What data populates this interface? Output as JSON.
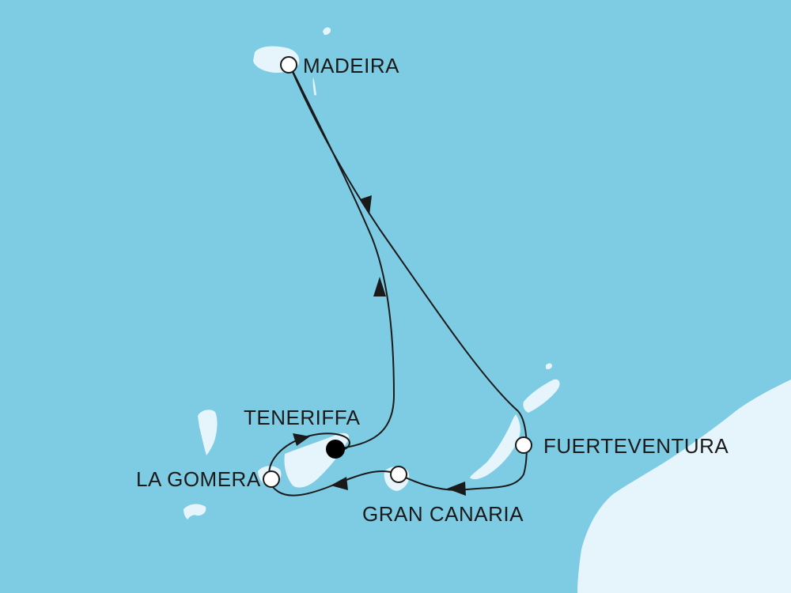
{
  "colors": {
    "sea": "#7ecce4",
    "land": "#e6f5fb",
    "route": "#1a1a1a",
    "port_fill": "#ffffff",
    "port_stroke": "#1a1a1a",
    "start_port": "#000000"
  },
  "ports": {
    "madeira": {
      "label": "MADEIRA"
    },
    "teneriffa": {
      "label": "TENERIFFA"
    },
    "la_gomera": {
      "label": "LA GOMERA"
    },
    "gran_canaria": {
      "label": "GRAN CANARIA"
    },
    "fuerteventura": {
      "label": "FUERTEVENTURA"
    }
  },
  "route_order": [
    "teneriffa",
    "madeira",
    "fuerteventura",
    "gran_canaria",
    "la_gomera",
    "teneriffa"
  ],
  "icons": {
    "start_marker": "filled-circle-icon",
    "port_marker": "open-circle-icon",
    "direction": "arrowhead-icon"
  }
}
